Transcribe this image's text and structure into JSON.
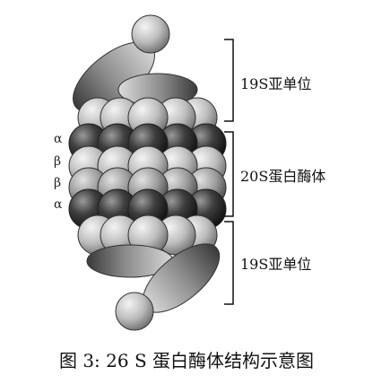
{
  "diagram": {
    "ring_labels": [
      "α",
      "β",
      "β",
      "α"
    ],
    "top_label": "19S亚单位",
    "middle_label": "20S蛋白酶体",
    "bottom_label": "19S亚单位"
  },
  "caption": "图 3: 26 S 蛋白酶体结构示意图"
}
